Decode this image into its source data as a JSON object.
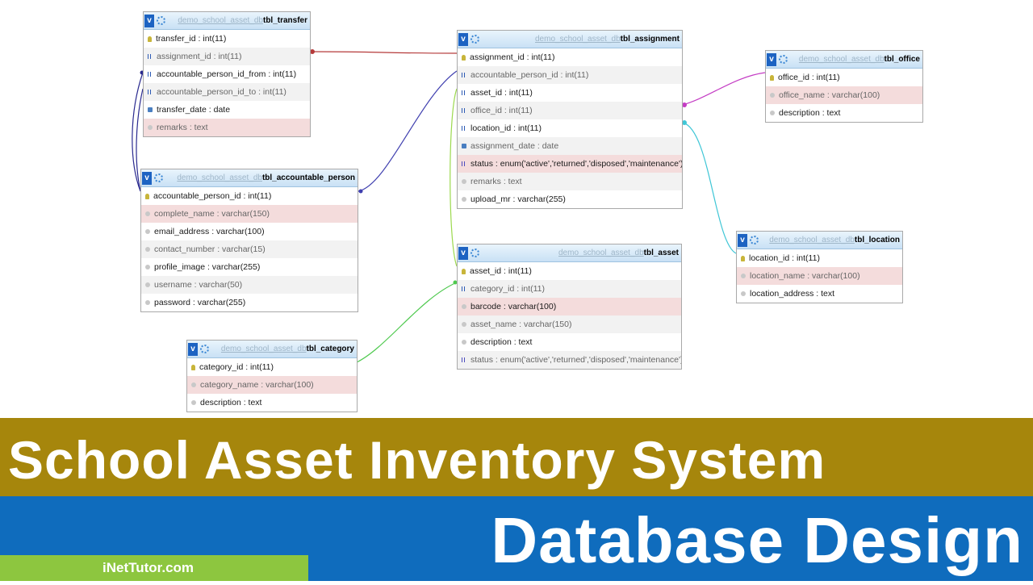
{
  "db_name": "demo_school_asset_db",
  "tables": [
    {
      "id": "tbl_transfer",
      "name": "tbl_transfer",
      "rows": [
        {
          "text": "transfer_id : int(11)",
          "kind": "pk"
        },
        {
          "text": "assignment_id : int(11)",
          "kind": "fk",
          "nullable": true
        },
        {
          "text": "accountable_person_id_from : int(11)",
          "kind": "fk"
        },
        {
          "text": "accountable_person_id_to : int(11)",
          "kind": "fk",
          "nullable": true
        },
        {
          "text": "transfer_date : date",
          "kind": "date"
        },
        {
          "text": "remarks : text",
          "kind": "col",
          "nullable": true,
          "unique": true
        }
      ]
    },
    {
      "id": "tbl_accountable_person",
      "name": "tbl_accountable_person",
      "rows": [
        {
          "text": "accountable_person_id : int(11)",
          "kind": "pk"
        },
        {
          "text": "complete_name : varchar(150)",
          "kind": "col",
          "nullable": true,
          "unique": true
        },
        {
          "text": "email_address : varchar(100)",
          "kind": "col"
        },
        {
          "text": "contact_number : varchar(15)",
          "kind": "col",
          "nullable": true
        },
        {
          "text": "profile_image : varchar(255)",
          "kind": "col"
        },
        {
          "text": "username : varchar(50)",
          "kind": "col",
          "nullable": true
        },
        {
          "text": "password : varchar(255)",
          "kind": "col"
        }
      ]
    },
    {
      "id": "tbl_category",
      "name": "tbl_category",
      "rows": [
        {
          "text": "category_id : int(11)",
          "kind": "pk"
        },
        {
          "text": "category_name : varchar(100)",
          "kind": "col",
          "nullable": true,
          "unique": true
        },
        {
          "text": "description : text",
          "kind": "col"
        }
      ]
    },
    {
      "id": "tbl_assignment",
      "name": "tbl_assignment",
      "rows": [
        {
          "text": "assignment_id : int(11)",
          "kind": "pk"
        },
        {
          "text": "accountable_person_id : int(11)",
          "kind": "fk",
          "nullable": true
        },
        {
          "text": "asset_id : int(11)",
          "kind": "fk"
        },
        {
          "text": "office_id : int(11)",
          "kind": "fk",
          "nullable": true
        },
        {
          "text": "location_id : int(11)",
          "kind": "fk"
        },
        {
          "text": "assignment_date : date",
          "kind": "date",
          "nullable": true
        },
        {
          "text": "status : enum('active','returned','disposed','maintenance')",
          "kind": "en",
          "unique": true
        },
        {
          "text": "remarks : text",
          "kind": "col",
          "nullable": true
        },
        {
          "text": "upload_mr : varchar(255)",
          "kind": "col"
        }
      ]
    },
    {
      "id": "tbl_asset",
      "name": "tbl_asset",
      "rows": [
        {
          "text": "asset_id : int(11)",
          "kind": "pk"
        },
        {
          "text": "category_id : int(11)",
          "kind": "fk",
          "nullable": true
        },
        {
          "text": "barcode : varchar(100)",
          "kind": "col",
          "unique": true
        },
        {
          "text": "asset_name : varchar(150)",
          "kind": "col",
          "nullable": true
        },
        {
          "text": "description : text",
          "kind": "col"
        },
        {
          "text": "status : enum('active','returned','disposed','maintenance')",
          "kind": "en",
          "nullable": true
        }
      ]
    },
    {
      "id": "tbl_office",
      "name": "tbl_office",
      "rows": [
        {
          "text": "office_id : int(11)",
          "kind": "pk"
        },
        {
          "text": "office_name : varchar(100)",
          "kind": "col",
          "nullable": true,
          "unique": true
        },
        {
          "text": "description : text",
          "kind": "col"
        }
      ]
    },
    {
      "id": "tbl_location",
      "name": "tbl_location",
      "rows": [
        {
          "text": "location_id : int(11)",
          "kind": "pk"
        },
        {
          "text": "location_name : varchar(100)",
          "kind": "col",
          "nullable": true,
          "unique": true
        },
        {
          "text": "location_address : text",
          "kind": "col"
        }
      ]
    }
  ],
  "relations": [
    {
      "from": "tbl_transfer",
      "to": "tbl_assignment",
      "color": "#b53a3a"
    },
    {
      "from": "tbl_transfer",
      "to": "tbl_accountable_person",
      "color": "#2a2a8f"
    },
    {
      "from": "tbl_accountable_person",
      "to": "tbl_assignment",
      "color": "#3f3faf"
    },
    {
      "from": "tbl_category",
      "to": "tbl_asset",
      "color": "#4ec94e"
    },
    {
      "from": "tbl_asset",
      "to": "tbl_assignment",
      "color": "#9cd94e"
    },
    {
      "from": "tbl_office",
      "to": "tbl_assignment",
      "color": "#c43cc4"
    },
    {
      "from": "tbl_location",
      "to": "tbl_assignment",
      "color": "#3fc6d6"
    }
  ],
  "banner": {
    "title": "School Asset Inventory System",
    "subtitle": "Database Design",
    "site": "iNetTutor.com"
  },
  "colors": {
    "gold": "#a6860c",
    "blue": "#0f6cbd",
    "green": "#8dc63f"
  }
}
